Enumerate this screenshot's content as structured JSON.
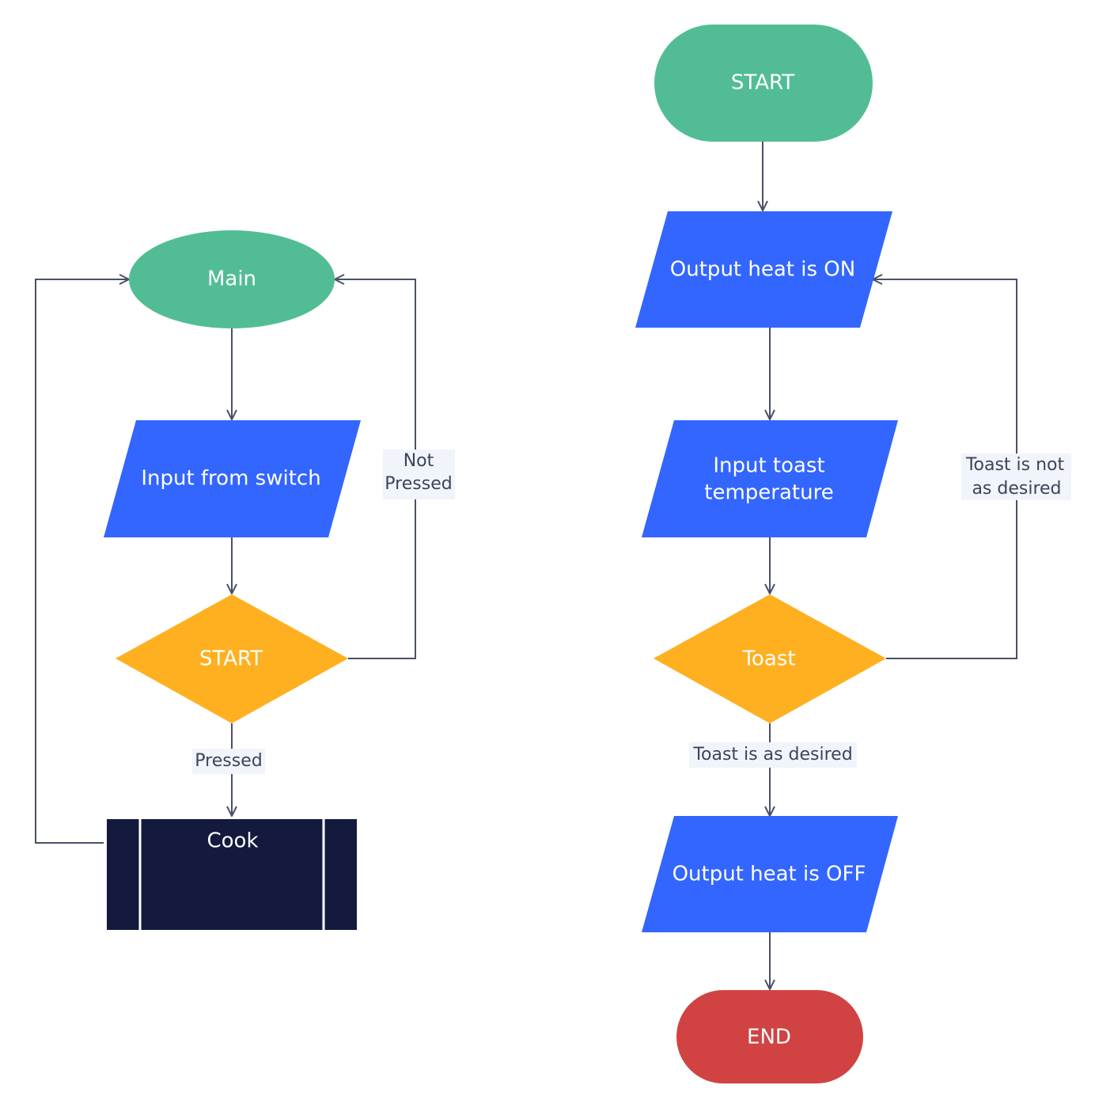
{
  "colors": {
    "terminal_green": "#52bd94",
    "io_blue": "#3366ff",
    "decision_orange": "#ffb020",
    "subprocess_navy": "#141a3d",
    "end_red": "#d14343",
    "connector": "#4a5068",
    "label_bg": "#f1f4fa"
  },
  "left_flow": {
    "main": "Main",
    "input": "Input from switch",
    "decision": "START",
    "subprocess": "Cook",
    "label_not_pressed_1": "Not",
    "label_not_pressed_2": "Pressed",
    "label_pressed": "Pressed"
  },
  "right_flow": {
    "start": "START",
    "output_on": "Output heat is ON",
    "input_1": "Input toast",
    "input_2": "temperature",
    "decision": "Toast",
    "output_off": "Output heat is OFF",
    "end": "END",
    "label_not_desired_1": "Toast is not",
    "label_not_desired_2": "as desired",
    "label_desired": "Toast is as desired"
  }
}
